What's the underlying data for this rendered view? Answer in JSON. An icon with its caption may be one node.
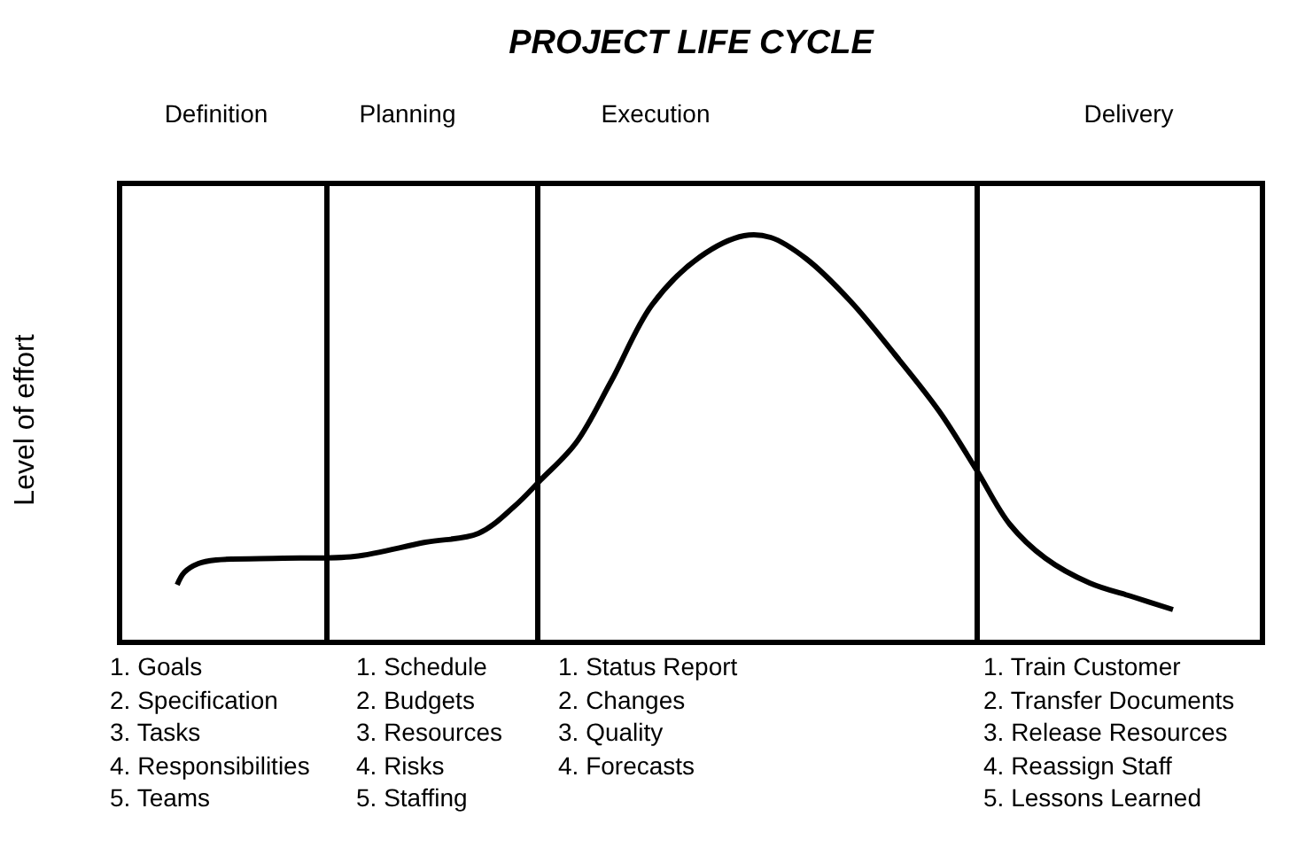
{
  "diagram": {
    "title": "PROJECT LIFE CYCLE",
    "nodes": [
      {
        "text": [
          "Definition"
        ],
        "beside": [
          "1. Goals",
          "2. Specification",
          "3. Tasks",
          "4. Responsibilities",
          "5. Teams"
        ]
      },
      {
        "text": [
          "Planning"
        ],
        "beside": [
          "1. Schedule",
          "2. Budgets",
          "3. Resources",
          "4. Risks",
          "5. Staffing"
        ]
      },
      {
        "text": [
          "Execution"
        ],
        "beside": [
          "1. Status Report",
          "2. Changes",
          "3. Quality",
          "4. Forecasts"
        ]
      },
      {
        "text": [
          "Delivery"
        ],
        "beside": [
          "1. Train Customer",
          "2. Transfer Documents",
          "3. Release Resources",
          "4. Reassign Staff",
          "5. Lessons Learned"
        ]
      }
    ],
    "labels": [
      "Level of effort"
    ]
  }
}
